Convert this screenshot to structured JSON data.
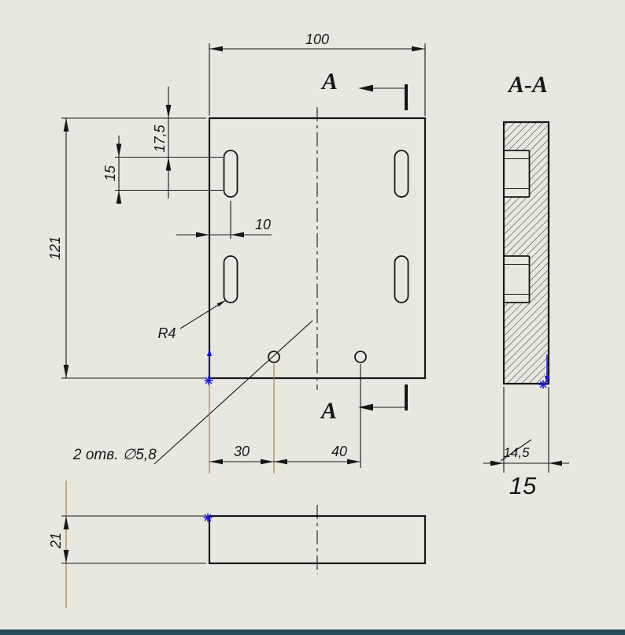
{
  "window": {
    "canvas_color": "#e9e8e0",
    "bottom_bar_color": "#264b59"
  },
  "drawing": {
    "section_marks": {
      "top": "A",
      "bottom": "A",
      "title": "A-A"
    },
    "dimensions": {
      "plate_width": "100",
      "plate_height": "121",
      "slot_top_offset": "17,5",
      "slot_pitch": "15",
      "slot_edge_offset": "10",
      "slot_radius": "R4",
      "holes_note": "2 отв. ∅5,8",
      "hole_offset": "30",
      "hole_pitch": "40",
      "plate_thickness": "21",
      "section_measured": "14,5",
      "section_override": "15"
    },
    "colors": {
      "line": "#171717",
      "construction": "#b0713a",
      "anchor_blue": "#1616dd"
    }
  }
}
